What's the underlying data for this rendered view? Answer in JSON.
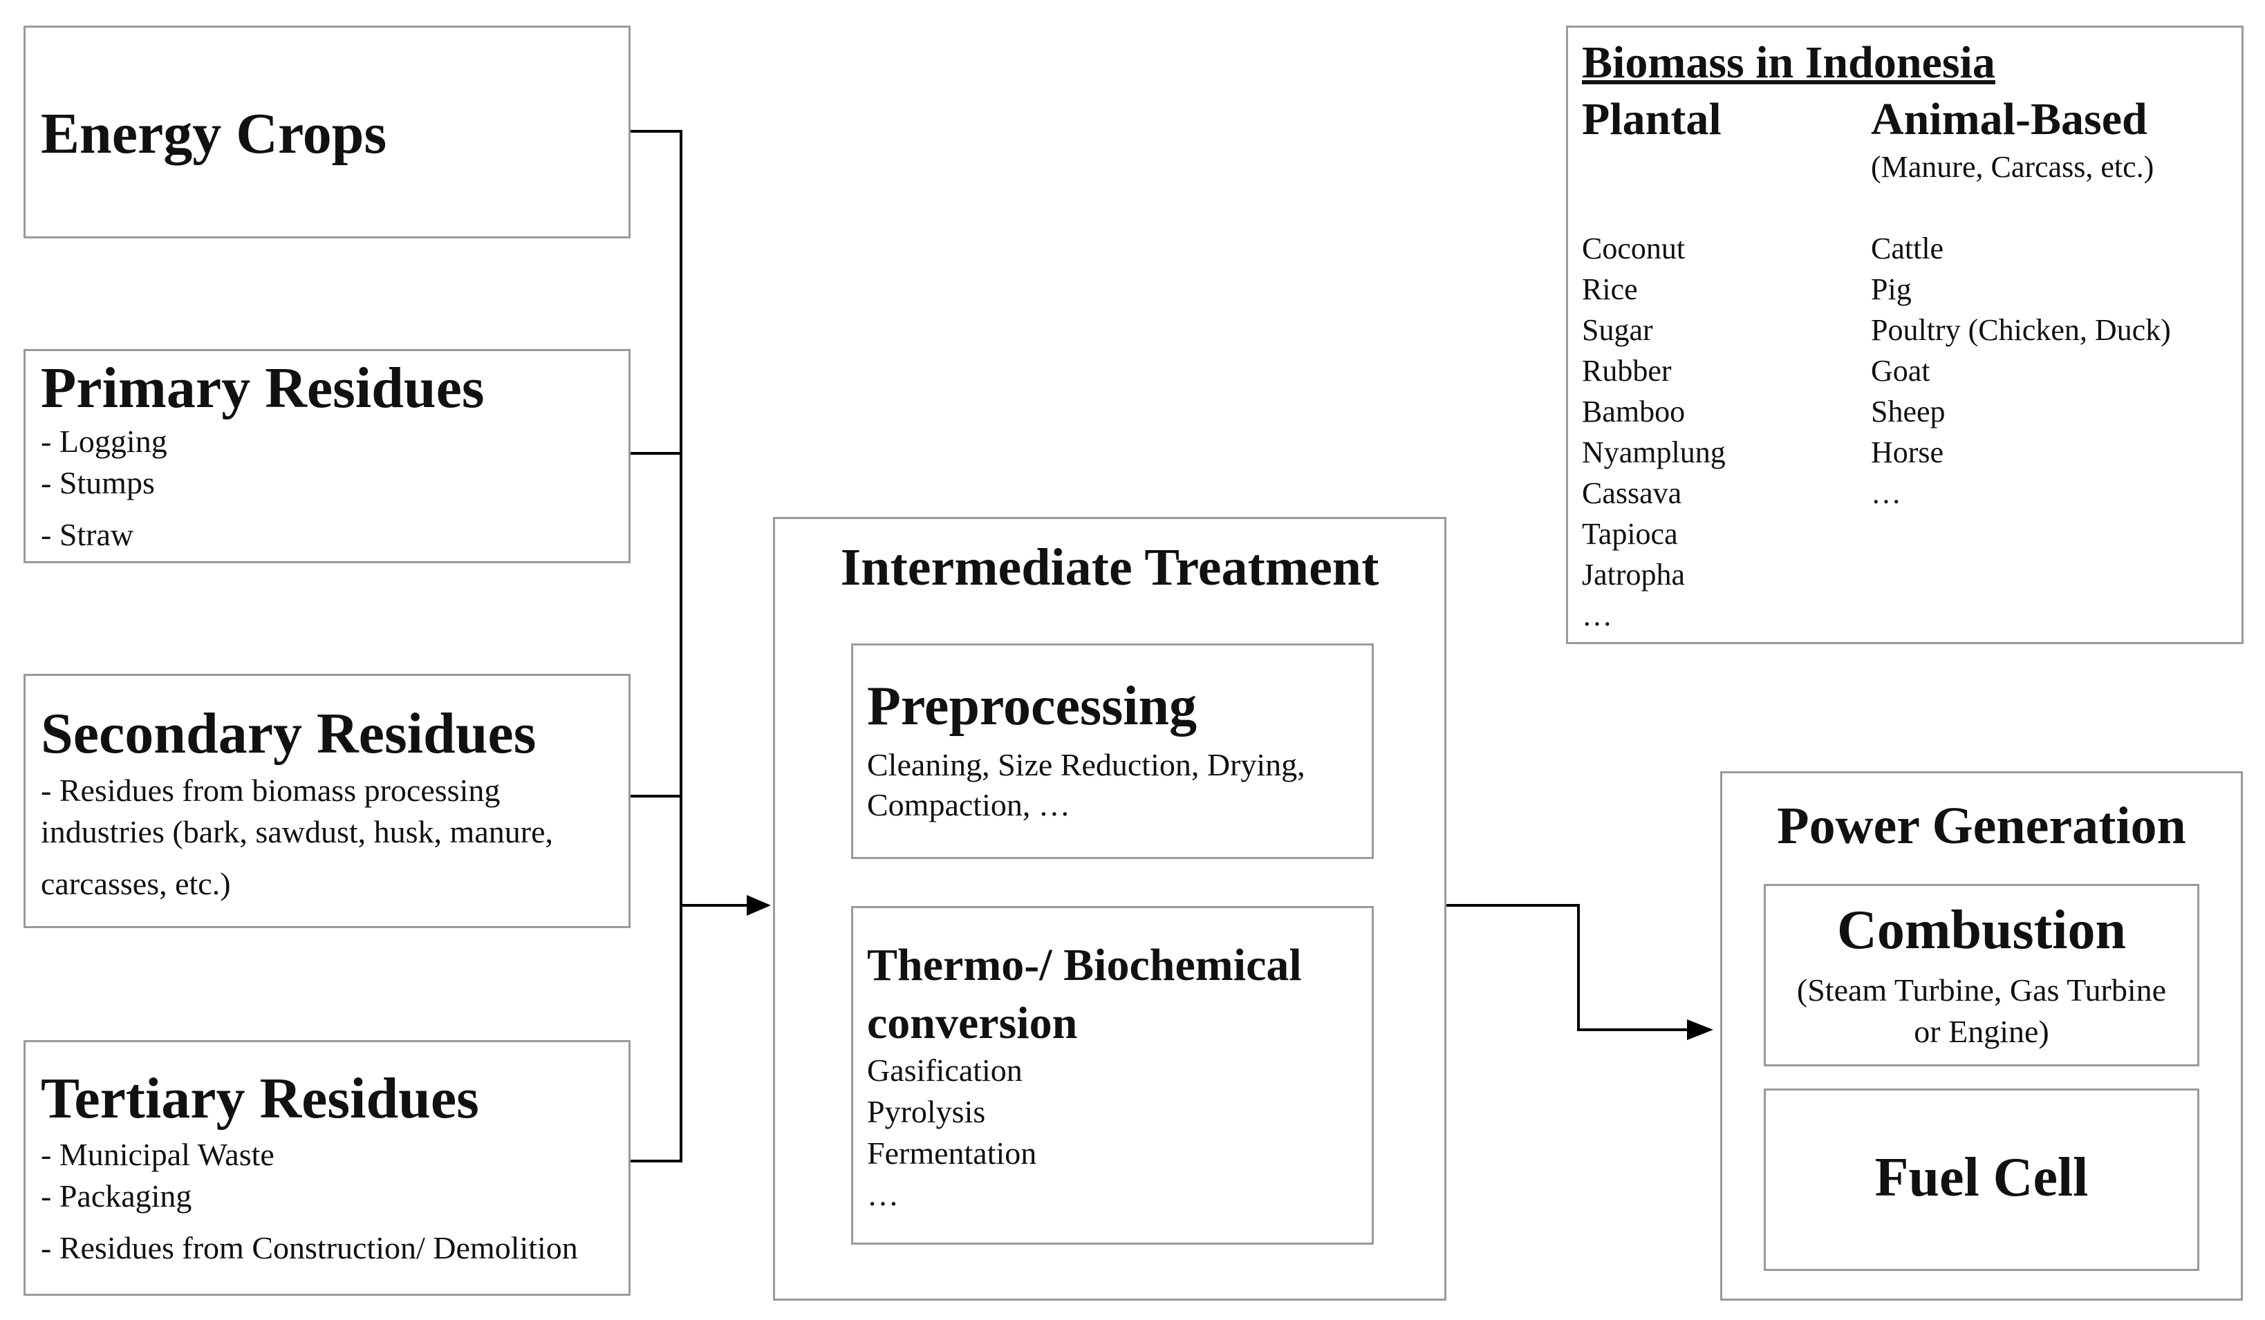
{
  "sources": [
    {
      "title": "Energy Crops",
      "items": []
    },
    {
      "title": "Primary Residues",
      "items": [
        "- Logging",
        "- Stumps",
        "- Straw"
      ]
    },
    {
      "title": "Secondary Residues",
      "items": [
        "- Residues from biomass processing",
        "industries (bark, sawdust, husk, manure,",
        "carcasses, etc.)"
      ]
    },
    {
      "title": "Tertiary Residues",
      "items": [
        "- Municipal Waste",
        "- Packaging",
        "- Residues from Construction/ Demolition"
      ]
    }
  ],
  "intermediate": {
    "title": "Intermediate Treatment",
    "preprocessing": {
      "title": "Preprocessing",
      "lines": [
        "Cleaning, Size Reduction, Drying,",
        "Compaction, …"
      ]
    },
    "conversion": {
      "title_lines": [
        "Thermo-/ Biochemical",
        "conversion"
      ],
      "items": [
        "Gasification",
        "Pyrolysis",
        "Fermentation",
        "…"
      ]
    }
  },
  "power": {
    "title": "Power Generation",
    "combustion": {
      "title": "Combustion",
      "lines": [
        "(Steam Turbine, Gas Turbine",
        "or Engine)"
      ]
    },
    "fuel_cell": {
      "title": "Fuel Cell"
    }
  },
  "biomass": {
    "title": "Biomass in Indonesia",
    "plantal": {
      "heading": "Plantal",
      "items": [
        "Coconut",
        "Rice",
        "Sugar",
        "Rubber",
        "Bamboo",
        "Nyamplung",
        "Cassava",
        "Tapioca",
        "Jatropha",
        "…"
      ]
    },
    "animal": {
      "heading": "Animal-Based",
      "subheading": "(Manure, Carcass, etc.)",
      "items": [
        "Cattle",
        "Pig",
        "Poultry (Chicken, Duck)",
        "Goat",
        "Sheep",
        "Horse",
        "…"
      ]
    }
  }
}
